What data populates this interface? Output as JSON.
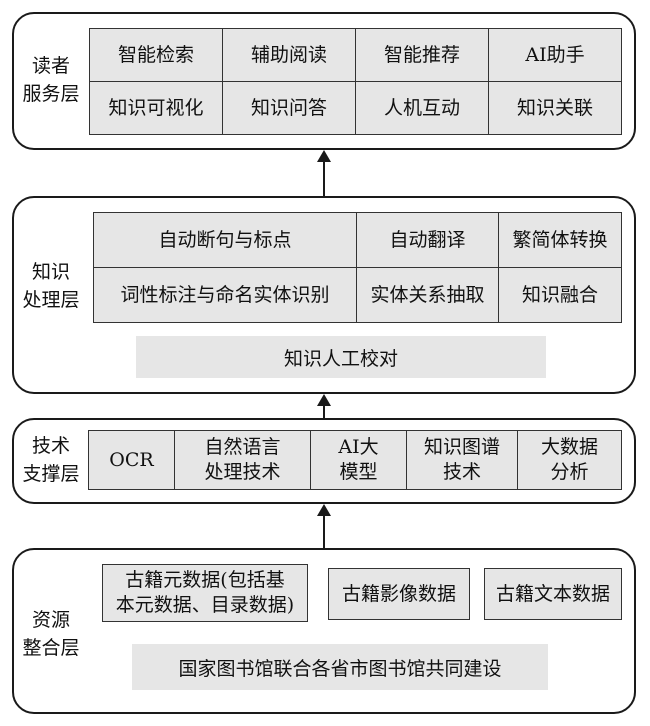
{
  "reader": {
    "label_line1": "读者",
    "label_line2": "服务层",
    "cells": [
      "智能检索",
      "辅助阅读",
      "智能推荐",
      "AI助手",
      "知识可视化",
      "知识问答",
      "人机互动",
      "知识关联"
    ]
  },
  "knowledge": {
    "label_line1": "知识",
    "label_line2": "处理层",
    "cells": [
      "自动断句与标点",
      "自动翻译",
      "繁简体转换",
      "词性标注与命名实体识别",
      "实体关系抽取",
      "知识融合"
    ],
    "bar": "知识人工校对"
  },
  "tech": {
    "label_line1": "技术",
    "label_line2": "支撑层",
    "cells": [
      {
        "line1": "OCR",
        "line2": ""
      },
      {
        "line1": "自然语言",
        "line2": "处理技术"
      },
      {
        "line1": "AI大",
        "line2": "模型"
      },
      {
        "line1": "知识图谱",
        "line2": "技术"
      },
      {
        "line1": "大数据",
        "line2": "分析"
      }
    ]
  },
  "resource": {
    "label_line1": "资源",
    "label_line2": "整合层",
    "cells": [
      {
        "line1": "古籍元数据(包括基",
        "line2": "本元数据、目录数据)"
      },
      {
        "line1": "古籍影像数据",
        "line2": ""
      },
      {
        "line1": "古籍文本数据",
        "line2": ""
      }
    ],
    "bar": "国家图书馆联合各省市图书馆共同建设"
  }
}
